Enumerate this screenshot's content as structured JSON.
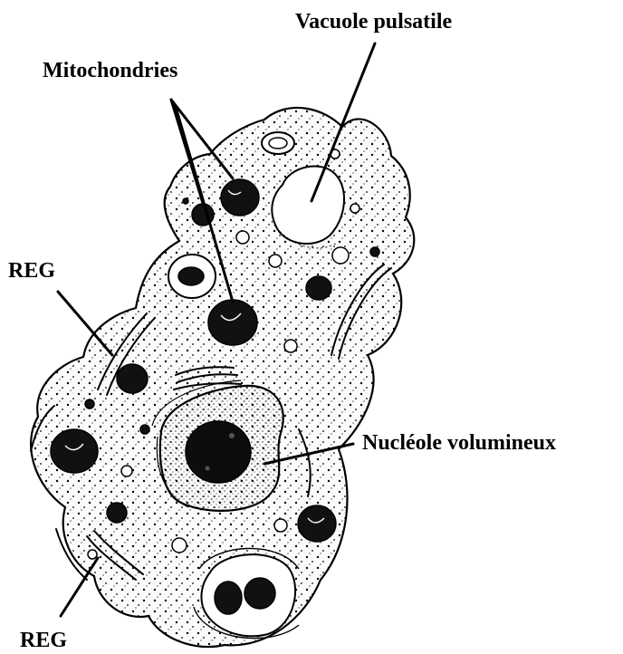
{
  "labels": {
    "vacuole": "Vacuole pulsatile",
    "mitochondries": "Mitochondries",
    "reg_top": "REG",
    "nucleole": "Nucléole volumineux",
    "reg_bottom": "REG"
  },
  "colors": {
    "ink": "#000000",
    "paper": "#ffffff"
  }
}
